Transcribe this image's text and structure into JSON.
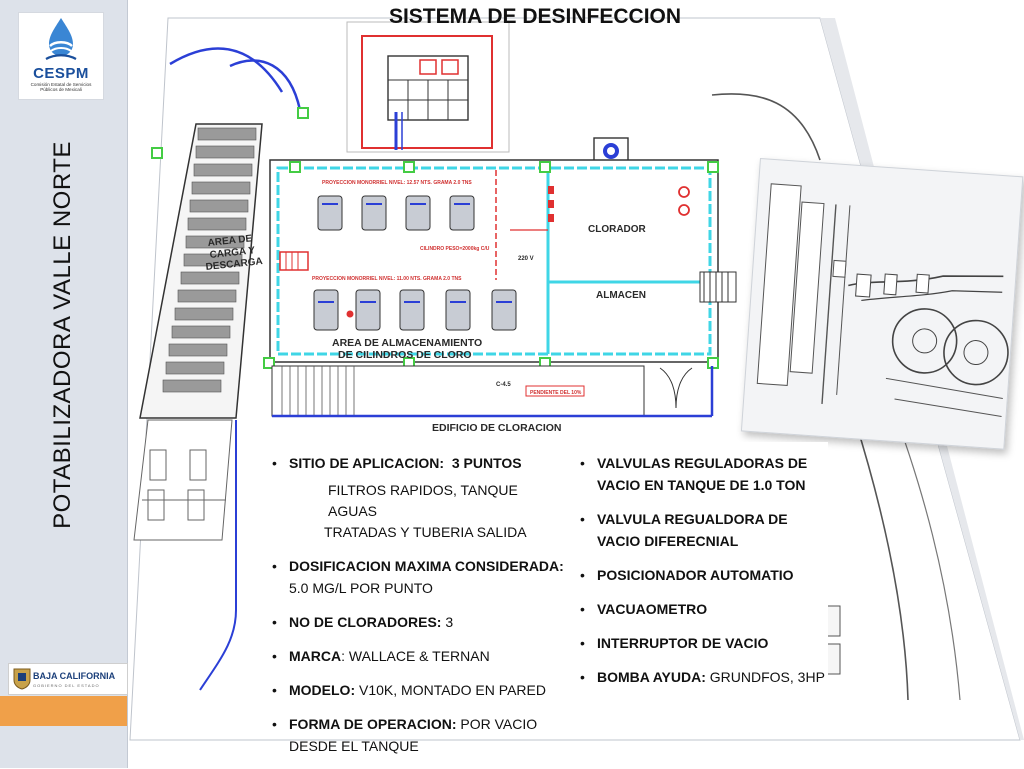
{
  "title": "SISTEMA DE DESINFECCION",
  "sidebar": {
    "vertical_title": "POTABILIZADORA   VALLE   NORTE",
    "logo": {
      "name": "CESPM",
      "sub_line1": "Comisión Estatal de Servicios",
      "sub_line2": "Públicos de Mexicali"
    },
    "state_logo": {
      "name": "BAJA CALIFORNIA",
      "sub": "GOBIERNO DEL ESTADO"
    }
  },
  "plan_labels": {
    "clorador": "CLORADOR",
    "almacen": "ALMACEN",
    "storage_area_line1": "AREA DE ALMACENAMIENTO",
    "storage_area_line2": "DE CILINDROS DE CLORO",
    "building": "EDIFICIO DE CLORACION",
    "loading_line1": "AREA DE",
    "loading_line2": "CARGA Y",
    "loading_line3": "DESCARGA",
    "column_tag": "C-4.5",
    "slope_tag": "PENDIENTE DEL 10%",
    "voltage_tag": "220 V",
    "cylinders_note": "CILINDRO PESO=2000kg C/U",
    "level_note_top": "PROYECCION MONORRIEL NIVEL: 12.57 NTS. GRAMA 2.0 TNS",
    "level_note_mid": "PROYECCION MONORRIEL NIVEL: 11.00 NTS. GRAMA 2.0 TNS"
  },
  "info": {
    "left": [
      {
        "label": "SITIO DE APLICACION:",
        "value": "3 PUNTOS",
        "extra": [
          "FILTROS RAPIDOS, TANQUE AGUAS",
          "TRATADAS Y TUBERIA  SALIDA"
        ]
      },
      {
        "label": "DOSIFICACION MAXIMA CONSIDERADA:",
        "value": "5.0 MG/L POR PUNTO"
      },
      {
        "label": "NO DE CLORADORES:",
        "value": "3"
      },
      {
        "label": "MARCA",
        "value": ": WALLACE & TERNAN"
      },
      {
        "label": "MODELO:",
        "value": "V10K, MONTADO EN PARED"
      },
      {
        "label": "FORMA DE OPERACION:",
        "value": "POR VACIO DESDE EL TANQUE"
      }
    ],
    "right": [
      {
        "label": "VALVULAS REGULADORAS  DE VACIO EN TANQUE DE 1.0 TON",
        "value": ""
      },
      {
        "label": "VALVULA REGUALDORA DE VACIO  DIFERECNIAL",
        "value": ""
      },
      {
        "label": "POSICIONADOR AUTOMATIO",
        "value": ""
      },
      {
        "label": "VACUAOMETRO",
        "value": ""
      },
      {
        "label": "INTERRUPTOR DE VACIO",
        "value": ""
      },
      {
        "label": "BOMBA AYUDA:",
        "value": "GRUNDFOS, 3HP"
      }
    ]
  },
  "colors": {
    "sidebar": "#dde2ea",
    "accent_orange": "#f0a049",
    "cesp_blue": "#1a4f9c",
    "plan_blue": "#2b3fd6",
    "plan_cyan": "#3fd6e6",
    "plan_red": "#e03030",
    "plan_green": "#44cc44"
  }
}
